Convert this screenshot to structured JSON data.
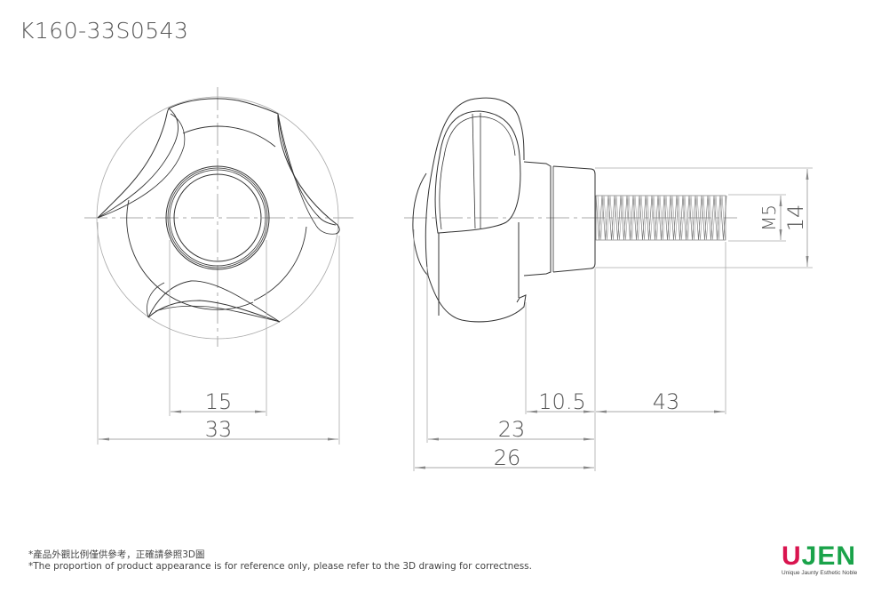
{
  "title": "K160-33S0543",
  "views": {
    "front": {
      "name": "front view (3-lobe knob)"
    },
    "side": {
      "name": "side view with M5 threaded stud"
    }
  },
  "dimensions": {
    "front_inner": "15",
    "front_outer": "33",
    "side_shank": "10.5",
    "side_thread_length": "43",
    "side_body": "23",
    "side_total": "26",
    "thread_spec": "M5",
    "shank_diameter": "14"
  },
  "notes": {
    "chinese": "*產品外觀比例僅供參考，正確請參照3D圖",
    "english": "*The proportion of product appearance is for reference only, please refer to the 3D drawing for correctness."
  },
  "logo": {
    "letter_u": "U",
    "letters_jen": "JEN",
    "tagline": "Unique Jaunty Esthetic Noble",
    "color_u": "#d9144f",
    "color_jen": "#1aa34a"
  },
  "colors": {
    "line": "#333333",
    "dim_line": "#aaaaaa",
    "arrow": "#888888",
    "text": "#555555"
  }
}
